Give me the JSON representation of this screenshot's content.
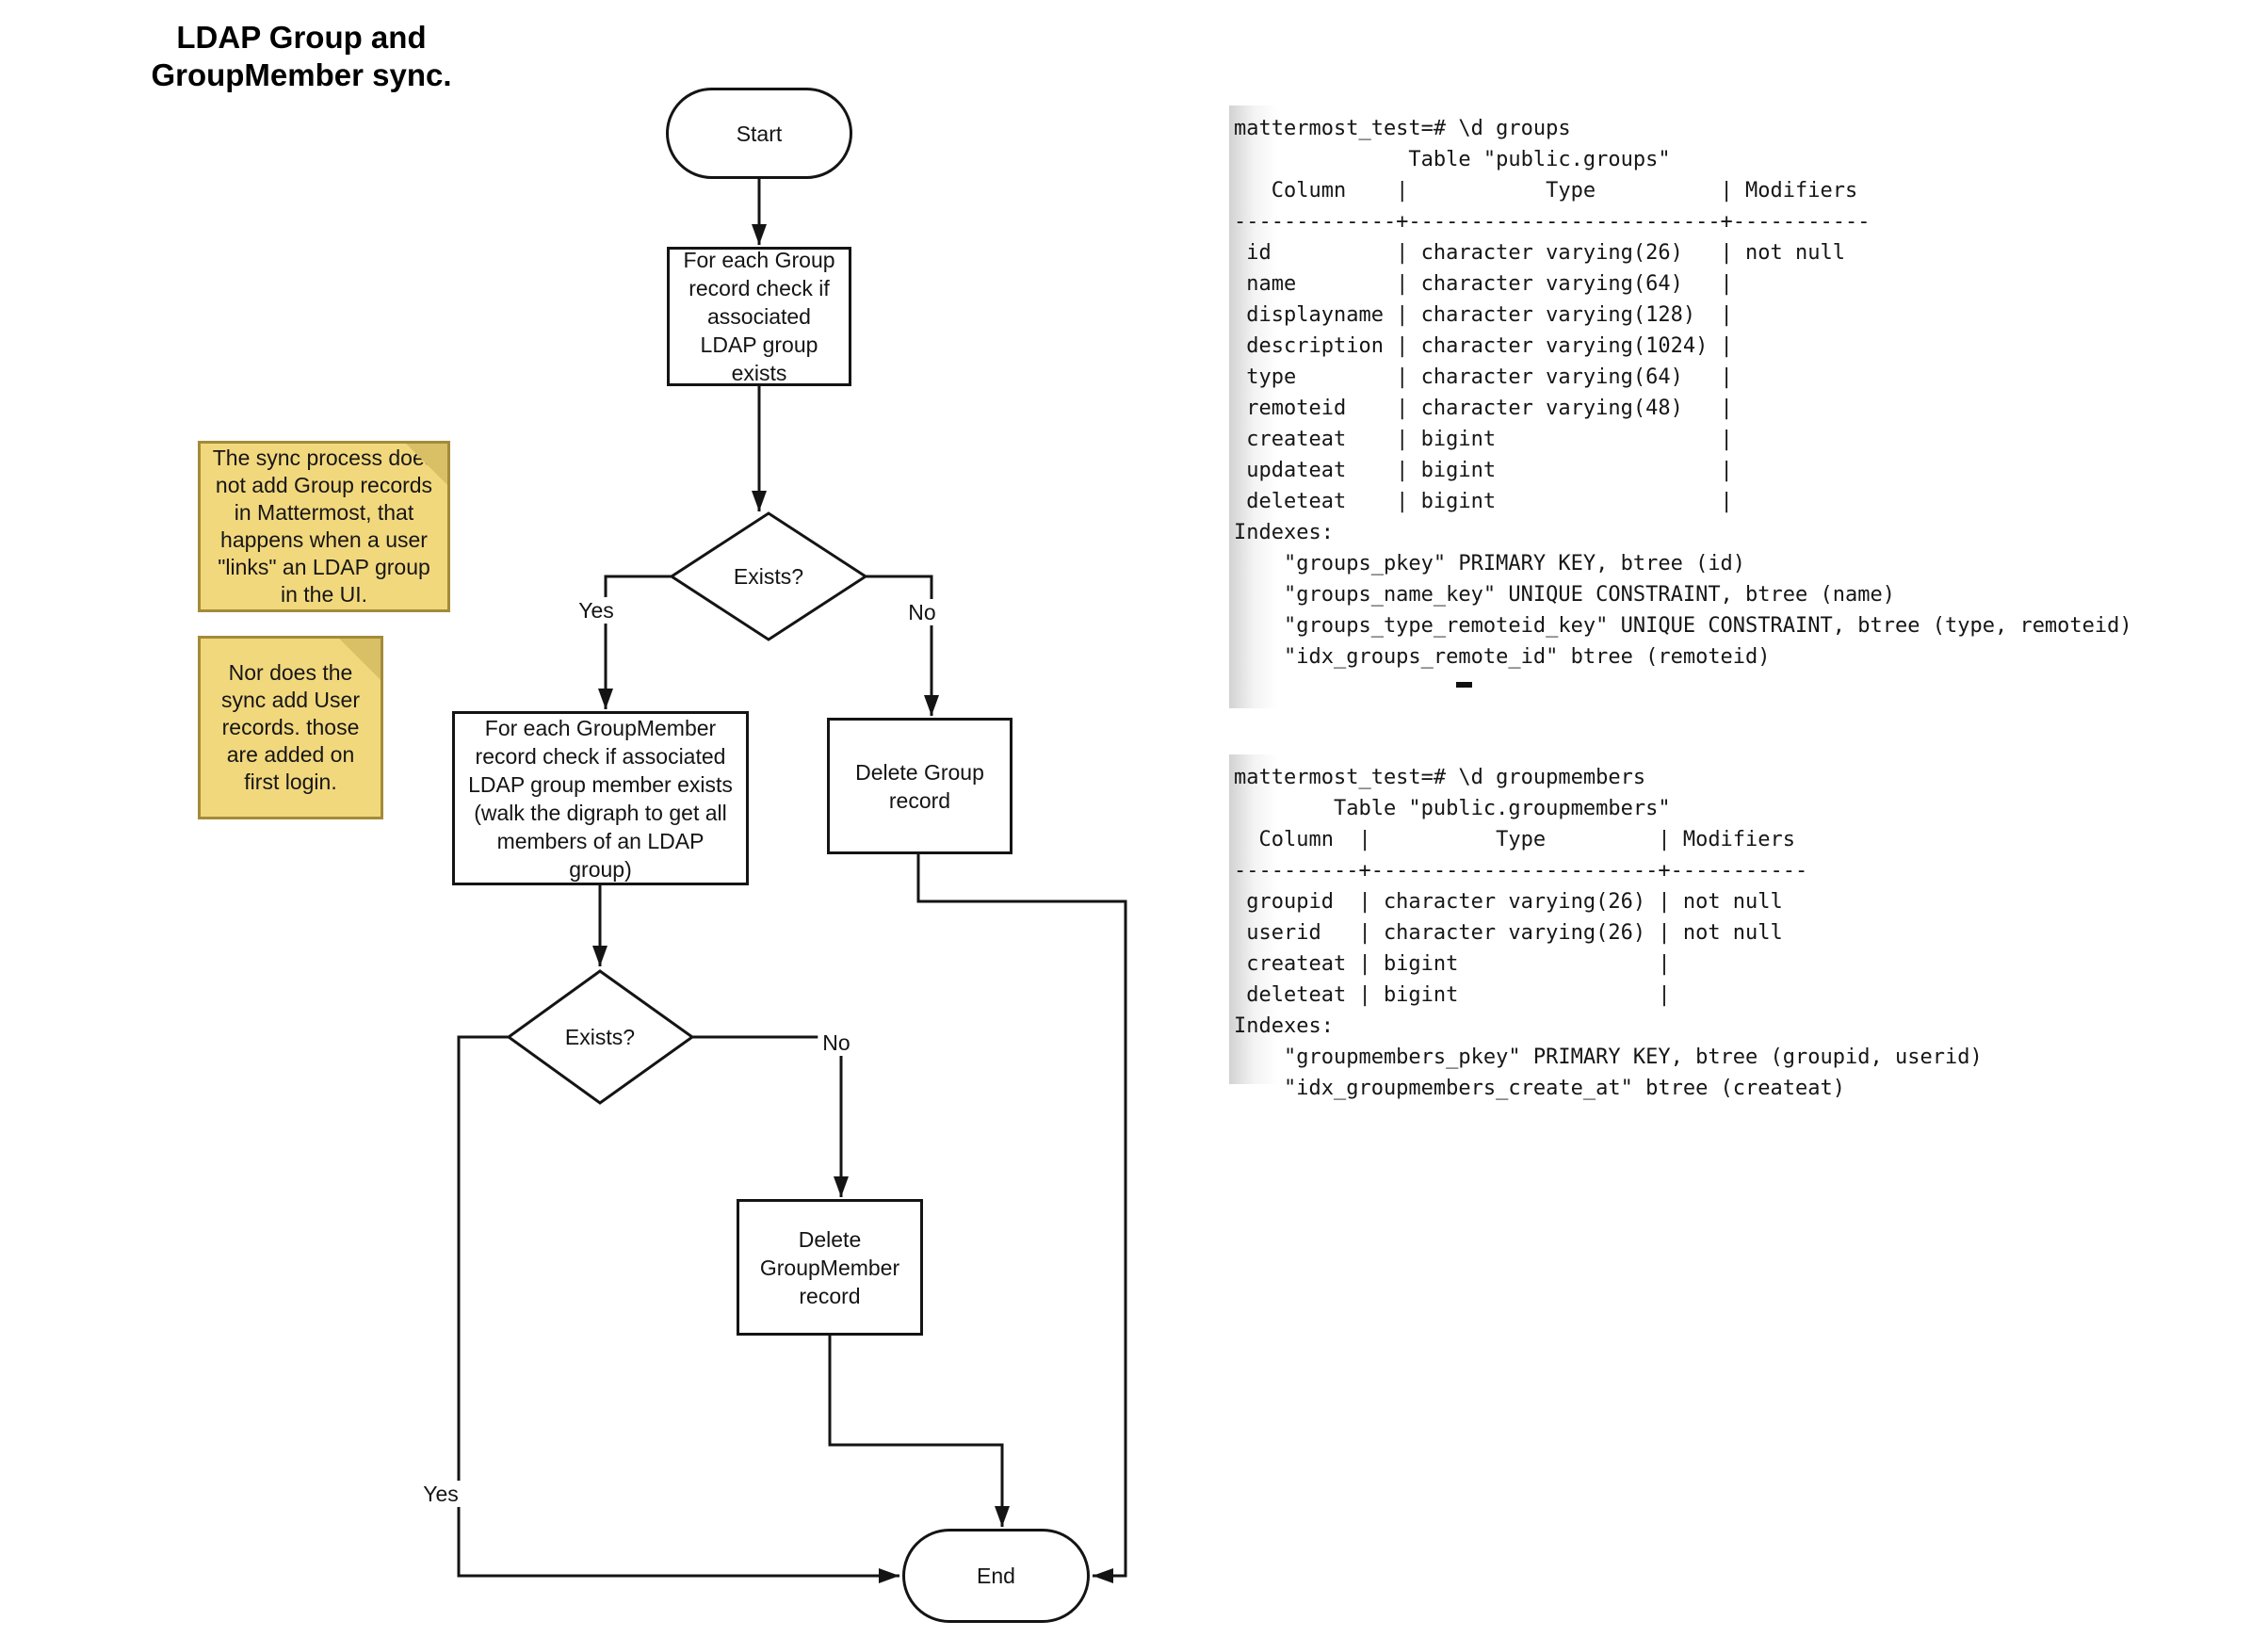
{
  "title": {
    "line1": "LDAP Group and",
    "line2": "GroupMember sync."
  },
  "flowchart": {
    "start_label": "Start",
    "check_group_text": "For each Group record check if associated LDAP group exists",
    "exists1_label": "Exists?",
    "yes1": "Yes",
    "no1": "No",
    "check_groupmember_text": "For each GroupMember record check if associated LDAP group member exists (walk the digraph to get all members of an LDAP group)",
    "delete_group_text": "Delete Group record",
    "exists2_label": "Exists?",
    "yes2": "Yes",
    "no2": "No",
    "delete_groupmember_text": "Delete GroupMember record",
    "end_label": "End"
  },
  "notes": [
    {
      "text": "The sync process does not add Group records in Mattermost, that happens when a user \"links\" an LDAP group in the UI."
    },
    {
      "text": "Nor does the sync add User records. those are added on first login."
    }
  ],
  "terminals": [
    {
      "name": "psql-groups-output",
      "lines": [
        "mattermost_test=# \\d groups",
        "              Table \"public.groups\"",
        "   Column    |           Type          | Modifiers",
        "-------------+-------------------------+-----------",
        " id          | character varying(26)   | not null",
        " name        | character varying(64)   |",
        " displayname | character varying(128)  |",
        " description | character varying(1024) |",
        " type        | character varying(64)   |",
        " remoteid    | character varying(48)   |",
        " createat    | bigint                  |",
        " updateat    | bigint                  |",
        " deleteat    | bigint                  |",
        "Indexes:",
        "    \"groups_pkey\" PRIMARY KEY, btree (id)",
        "    \"groups_name_key\" UNIQUE CONSTRAINT, btree (name)",
        "    \"groups_type_remoteid_key\" UNIQUE CONSTRAINT, btree (type, remoteid)",
        "    \"idx_groups_remote_id\" btree (remoteid)"
      ]
    },
    {
      "name": "psql-groupmembers-output",
      "lines": [
        "mattermost_test=# \\d groupmembers",
        "        Table \"public.groupmembers\"",
        "  Column  |          Type         | Modifiers",
        "----------+-----------------------+-----------",
        " groupid  | character varying(26) | not null",
        " userid   | character varying(26) | not null",
        " createat | bigint                |",
        " deleteat | bigint                |",
        "Indexes:",
        "    \"groupmembers_pkey\" PRIMARY KEY, btree (groupid, userid)",
        "    \"idx_groupmembers_create_at\" btree (createat)"
      ]
    }
  ],
  "colors": {
    "line": "#141414",
    "note_fill": "#f2d87d",
    "note_border": "#a38b39",
    "note_fold": "#d9c067",
    "terminal_text": "#161616",
    "terminal_gradient_edge": "#d2d2d2"
  }
}
